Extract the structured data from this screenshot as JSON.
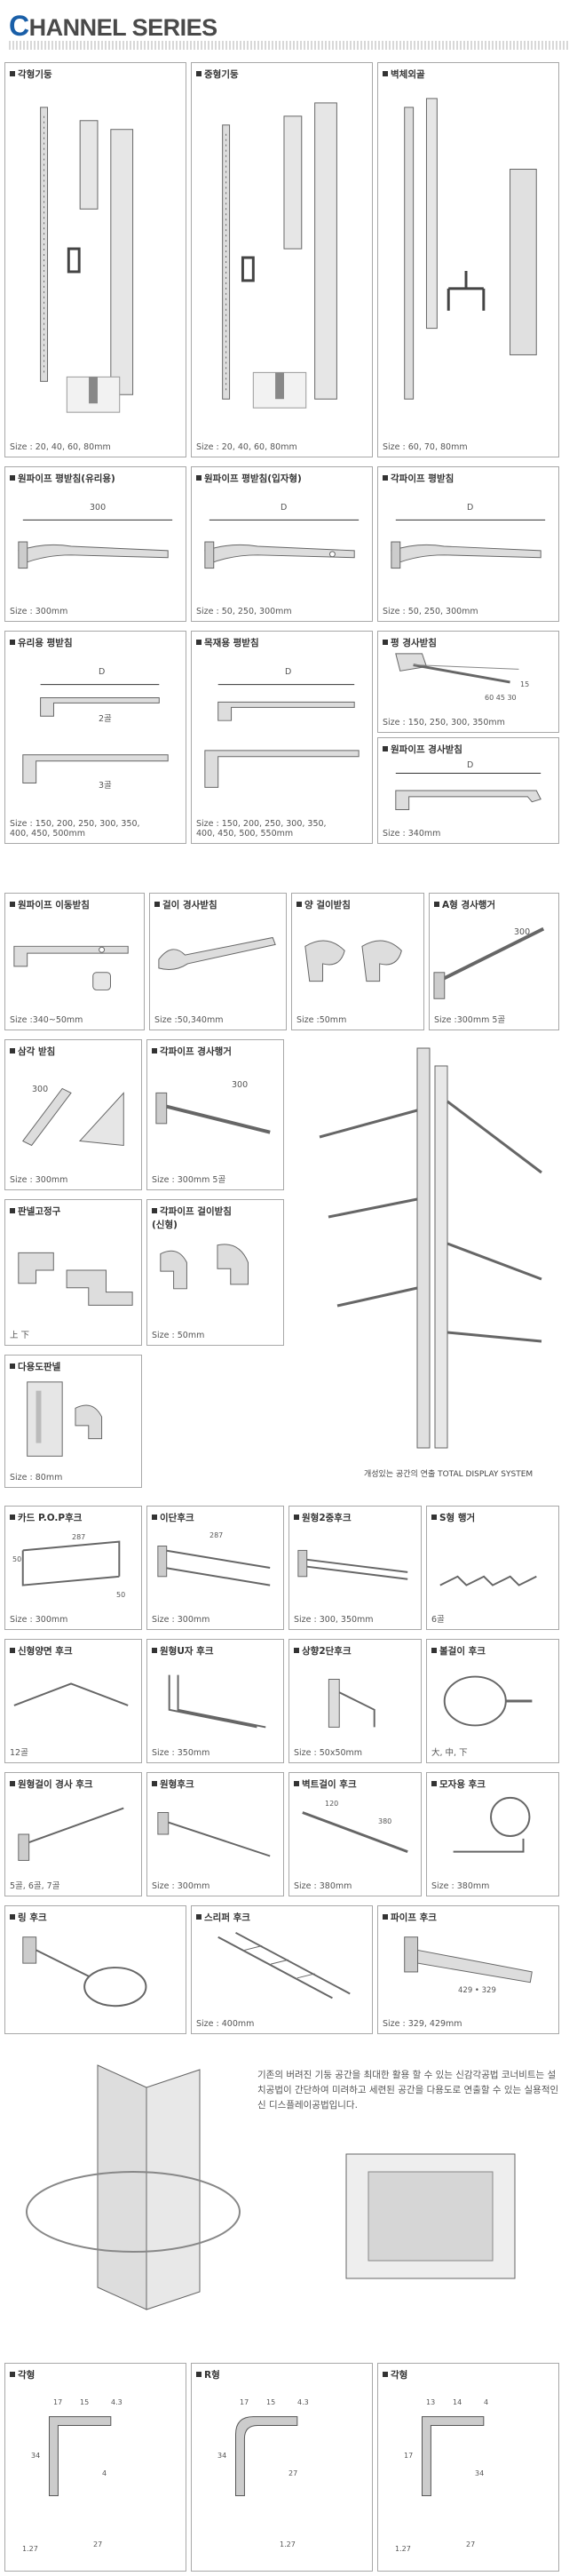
{
  "header": {
    "title_initial": "C",
    "title_rest": "HANNEL SERIES"
  },
  "sec1": [
    {
      "title": "각형기둥",
      "size": "Size : 20, 40, 60, 80mm"
    },
    {
      "title": "중형기둥",
      "size": "Size : 20, 40, 60, 80mm"
    },
    {
      "title": "벽체외골",
      "size": "Size : 60, 70, 80mm"
    }
  ],
  "sec2": [
    {
      "title": "원파이프 평받침(유리용)",
      "dim": "300",
      "size": "Size : 300mm"
    },
    {
      "title": "원파이프 평받침(입자형)",
      "dim": "D",
      "size": "Size : 50, 250, 300mm"
    },
    {
      "title": "각파이프 평받침",
      "dim": "D",
      "size": "Size : 50, 250, 300mm"
    }
  ],
  "sec3": [
    {
      "title": "유리용 평받침",
      "dim": "D",
      "label1": "2골",
      "label2": "3골",
      "size": "Size : 150, 200, 250, 300, 350,\n400, 450, 500mm"
    },
    {
      "title": "목재용 평받침",
      "dim": "D",
      "size": "Size : 150, 200, 250, 300, 350,\n400, 450, 500, 550mm"
    },
    {
      "title": "평 경사받침",
      "size": "Size : 150, 250, 300, 350mm",
      "angles": "60 45 30",
      "n15": "15"
    },
    {
      "title": "원파이프 경사받침",
      "dim": "D",
      "size": "Size : 340mm"
    }
  ],
  "sec4": [
    {
      "title": "원파이프 이동받침",
      "size": "Size :340~50mm"
    },
    {
      "title": "걸이 경사받침",
      "size": "Size :50,340mm"
    },
    {
      "title": "양 걸이받침",
      "size": "Size :50mm"
    },
    {
      "title": "A형 경사행거",
      "dim": "300",
      "size": "Size :300mm 5골"
    }
  ],
  "sec5": [
    {
      "title": "삼각 받침",
      "dim": "300",
      "size": "Size : 300mm"
    },
    {
      "title": "각파이프 경사행거",
      "dim": "300",
      "size": "Size : 300mm 5골"
    },
    {
      "title": "판넬고정구",
      "size": "上  下"
    },
    {
      "title": "각파이프 걸이받침\n(신형)",
      "size": "Size : 50mm"
    },
    {
      "title": "다용도판넬",
      "size": "Size : 80mm"
    }
  ],
  "system_caption": "개성있는 공간의 연출 TOTAL DISPLAY SYSTEM",
  "sec6": [
    {
      "title": "카드 P.O.P후크",
      "d1": "287",
      "d2": "50",
      "d3": "50",
      "size": "Size : 300mm"
    },
    {
      "title": "이단후크",
      "d1": "287",
      "size": "Size : 300mm"
    },
    {
      "title": "원형2중후크",
      "size": "Size : 300, 350mm"
    },
    {
      "title": "S형 행거",
      "size": "6골"
    },
    {
      "title": "신형양면 후크",
      "size": "12골"
    },
    {
      "title": "원형U자 후크",
      "size": "Size : 350mm"
    },
    {
      "title": "상향2단후크",
      "size": "Size : 50x50mm"
    },
    {
      "title": "볼걸이 후크",
      "size": "大, 中, 下"
    },
    {
      "title": "원형걸이 경사 후크",
      "size": "5골, 6골, 7골"
    },
    {
      "title": "원형후크",
      "size": "Size : 300mm"
    },
    {
      "title": "벽트걸이 후크",
      "d1": "120",
      "d2": "380",
      "size": "Size : 380mm"
    },
    {
      "title": "모자용 후크",
      "size": "Size : 380mm"
    },
    {
      "title": "링 후크",
      "size": ""
    },
    {
      "title": "스리퍼 후크",
      "size": "Size : 400mm"
    },
    {
      "title": "파이프 후크",
      "d1": "429 • 329",
      "size": "Size : 329, 429mm"
    }
  ],
  "corner_text": "기존의 버려진 기둥 공간을 최대한 활용 할 수 있는 신감각공법 코너비트는 설치공법이 간단하여 미려하고 세련된 공간을 다용도로 연출할 수 있는 실용적인 신 디스플레이공법입니다.",
  "profiles": [
    {
      "title": "각형",
      "dims": [
        "17",
        "15",
        "4.3",
        "34",
        "4",
        "27",
        "1.27"
      ]
    },
    {
      "title": "R형",
      "dims": [
        "17",
        "15",
        "4.3",
        "34",
        "27",
        "1.27"
      ]
    },
    {
      "title": "각형",
      "dims": [
        "13",
        "14",
        "4",
        "17",
        "34",
        "27",
        "1.27"
      ]
    }
  ]
}
